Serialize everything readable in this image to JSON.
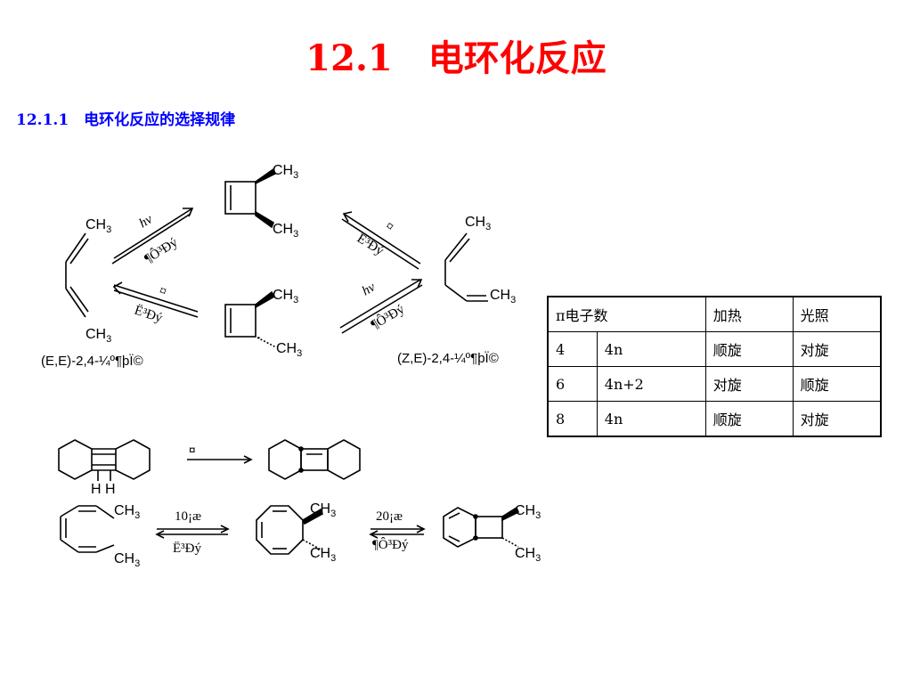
{
  "title": "12.1　电环化反应",
  "subtitle": "12.1.1　电环化反应的选择规律",
  "labels": {
    "ch3": "CH",
    "ch3_sub": "3",
    "hv": "hv",
    "shunxuan_garbled": "¶Ô³Ðý",
    "duixuan_garbled": "Ë³Ðý",
    "heat_garbled": "¤",
    "name_ee": "(E,E)-2,4-¼º¶þÏ©",
    "name_ze": "(Z,E)-2,4-¼º¶þÏ©",
    "hh": "H H",
    "temp_10": "10¡æ",
    "temp_20": "20¡æ",
    "bottom_duixuan": "Ë³Ðý",
    "bottom_shunxuan": "¶Ô³Ðý"
  },
  "rule_table": {
    "header": [
      "π电子数",
      "",
      "加热",
      "光照"
    ],
    "rows": [
      [
        "4",
        "4n",
        "顺旋",
        "对旋"
      ],
      [
        "6",
        "4n+2",
        "对旋",
        "顺旋"
      ],
      [
        "8",
        "4n",
        "顺旋",
        "对旋"
      ]
    ]
  }
}
